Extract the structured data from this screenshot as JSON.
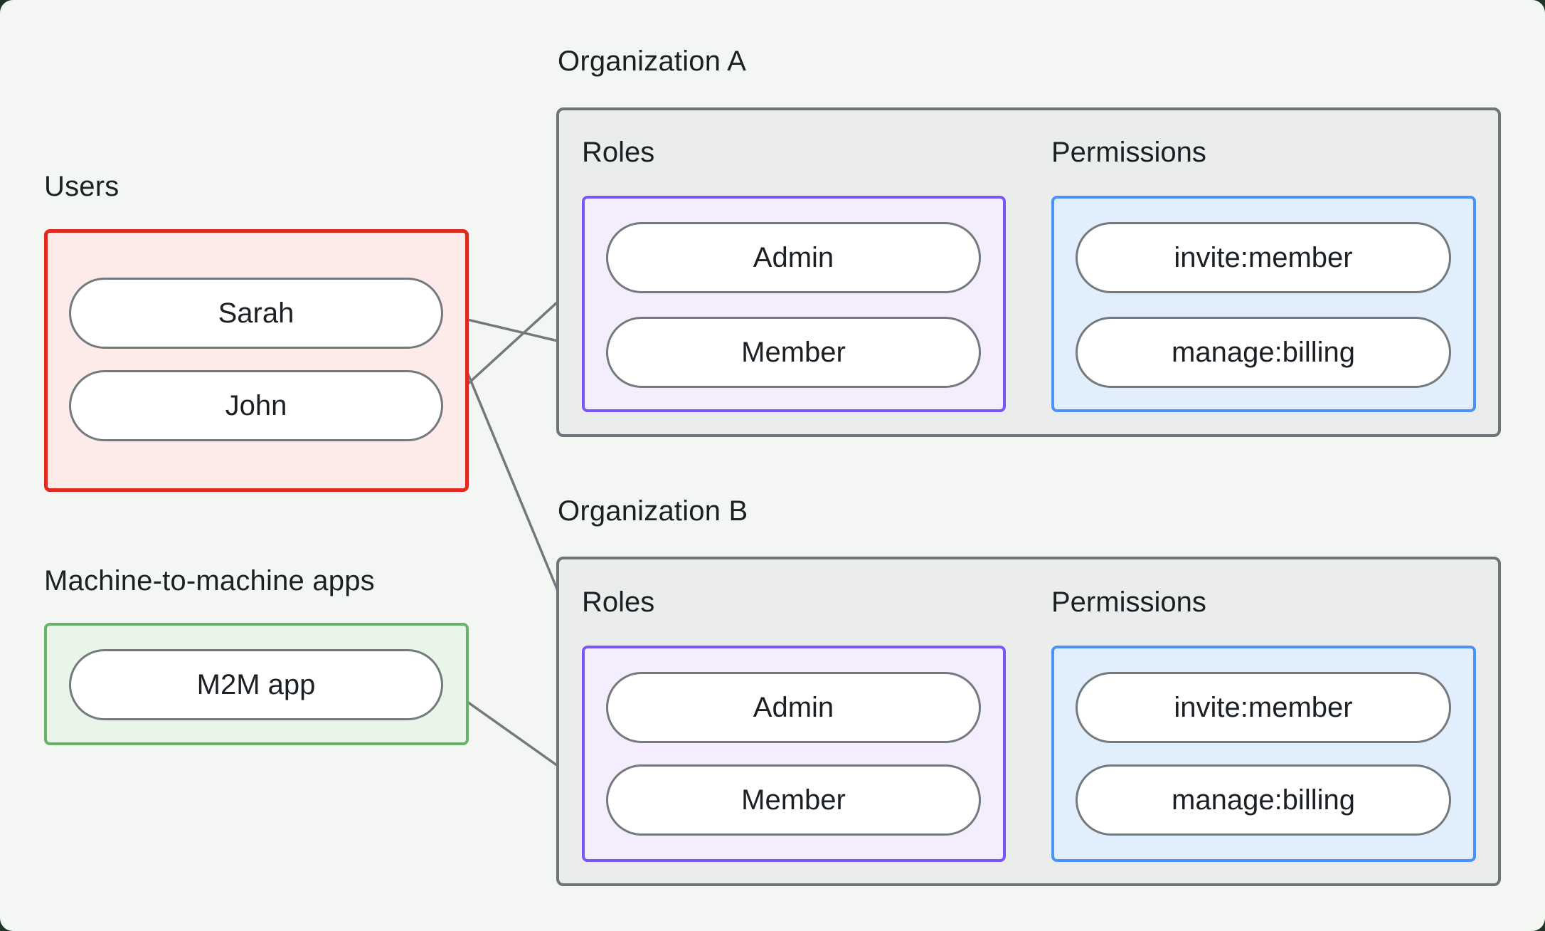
{
  "page": {
    "background_color": "#f4f6f4",
    "backdrop_color": "#1e3526"
  },
  "colors": {
    "users_border": "#df281e",
    "users_fill": "#fcebe8",
    "m2m_border": "#66b46a",
    "m2m_fill": "#e8f5e8",
    "org_border": "#6f7478",
    "org_fill": "#ebecec",
    "roles_border": "#7a56f9",
    "roles_fill": "#f3edfd",
    "permissions_border": "#4a92f9",
    "permissions_fill": "#e1effd",
    "pill_border": "#74797d",
    "connector": "#73787c",
    "text": "#1b2025"
  },
  "groups": {
    "users": {
      "label": "Users",
      "items": [
        {
          "label": "Sarah"
        },
        {
          "label": "John"
        }
      ]
    },
    "m2m": {
      "label": "Machine-to-machine apps",
      "items": [
        {
          "label": "M2M app"
        }
      ]
    },
    "org_a": {
      "label": "Organization A",
      "roles_label": "Roles",
      "permissions_label": "Permissions",
      "roles": [
        {
          "label": "Admin"
        },
        {
          "label": "Member"
        }
      ],
      "permissions": [
        {
          "label": "invite:member"
        },
        {
          "label": "manage:billing"
        }
      ]
    },
    "org_b": {
      "label": "Organization B",
      "roles_label": "Roles",
      "permissions_label": "Permissions",
      "roles": [
        {
          "label": "Admin"
        },
        {
          "label": "Member"
        }
      ],
      "permissions": [
        {
          "label": "invite:member"
        },
        {
          "label": "manage:billing"
        }
      ]
    }
  },
  "edges": [
    {
      "from": "Sarah",
      "to": "Organization A / Member"
    },
    {
      "from": "John",
      "to": "Organization A / Admin"
    },
    {
      "from": "Sarah",
      "to": "Organization B / Admin"
    },
    {
      "from": "M2M app",
      "to": "Organization B / Member"
    },
    {
      "from": "Organization A / Admin",
      "to": "Organization A / invite:member"
    },
    {
      "from": "Organization A / Admin",
      "to": "Organization A / manage:billing"
    },
    {
      "from": "Organization A / Member",
      "to": "Organization A / manage:billing"
    },
    {
      "from": "Organization B / Admin",
      "to": "Organization B / invite:member"
    },
    {
      "from": "Organization B / Admin",
      "to": "Organization B / manage:billing"
    },
    {
      "from": "Organization B / Member",
      "to": "Organization B / manage:billing"
    }
  ]
}
